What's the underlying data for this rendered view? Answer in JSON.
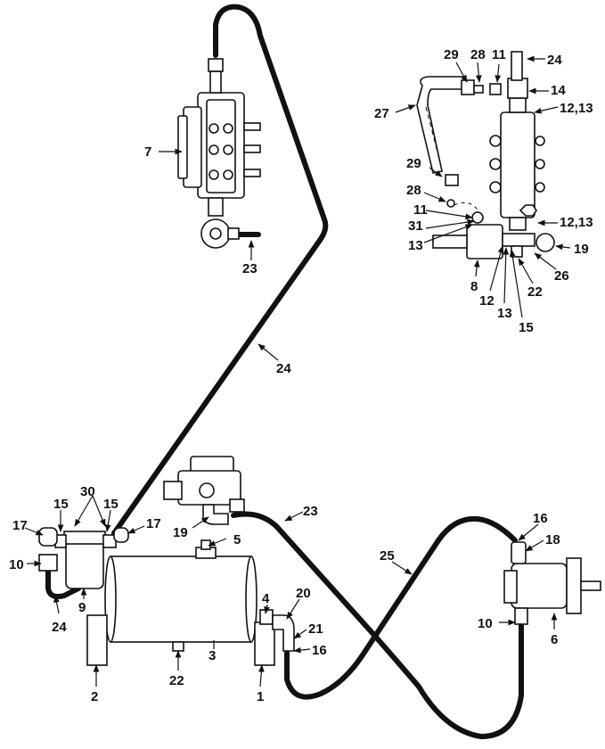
{
  "callouts": {
    "c1": "1",
    "c2": "2",
    "c3": "3",
    "c4": "4",
    "c5": "5",
    "c6": "6",
    "c7": "7",
    "c8": "8",
    "c9": "9",
    "c10a": "10",
    "c10b": "10",
    "c11a": "11",
    "c11b": "11",
    "c12a": "12",
    "c12_13a": "12,13",
    "c12_13b": "12,13",
    "c13a": "13",
    "c13b": "13",
    "c14": "14",
    "c15a": "15",
    "c15b": "15",
    "c15c": "15",
    "c16a": "16",
    "c16b": "16",
    "c17a": "17",
    "c17b": "17",
    "c18": "18",
    "c19a": "19",
    "c19b": "19",
    "c20": "20",
    "c21": "21",
    "c22a": "22",
    "c22b": "22",
    "c23a": "23",
    "c23b": "23",
    "c24a": "24",
    "c24b": "24",
    "c24c": "24",
    "c25": "25",
    "c26": "26",
    "c27": "27",
    "c28a": "28",
    "c28b": "28",
    "c29a": "29",
    "c29b": "29",
    "c30": "30",
    "c31": "31"
  }
}
